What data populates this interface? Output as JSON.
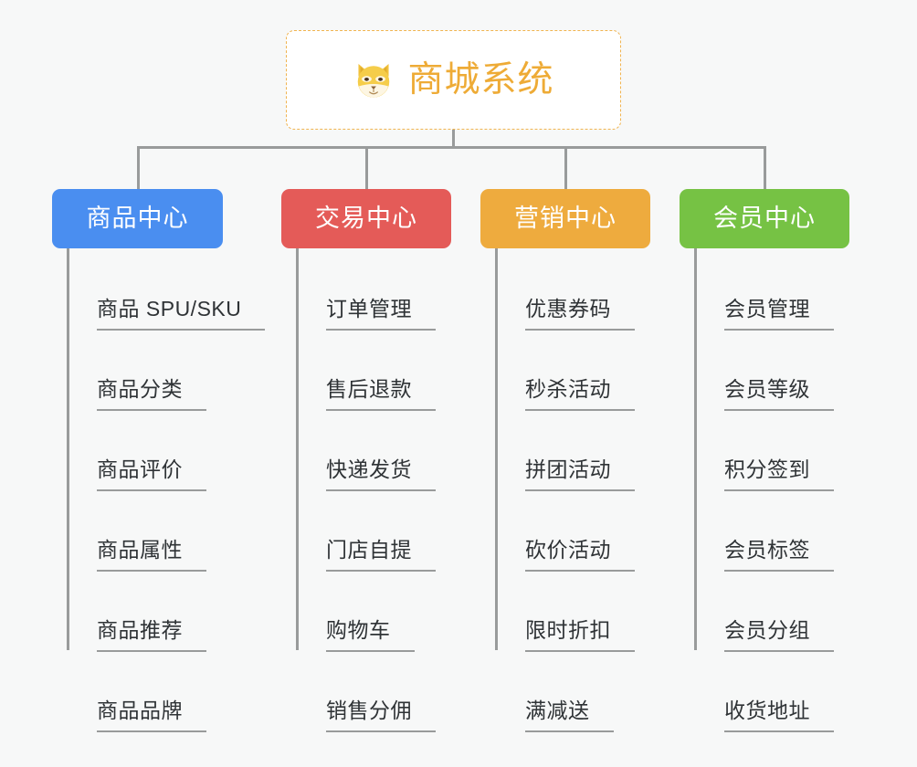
{
  "page": {
    "background_color": "#f7f8f8",
    "line_color": "#999b9b",
    "title": "商城系统"
  },
  "root": {
    "label": "商城系统",
    "icon": "shiba-dog-face-icon",
    "text_color": "#eeab36",
    "border_color": "#f0b450",
    "background_color": "#ffffff"
  },
  "columns": [
    {
      "id": "product-center",
      "label": "商品中心",
      "color": "#4a8ef0",
      "items": [
        {
          "label": "商品 SPU/SKU"
        },
        {
          "label": "商品分类"
        },
        {
          "label": "商品评价"
        },
        {
          "label": "商品属性"
        },
        {
          "label": "商品推荐"
        },
        {
          "label": "商品品牌"
        }
      ]
    },
    {
      "id": "trade-center",
      "label": "交易中心",
      "color": "#e45b58",
      "items": [
        {
          "label": "订单管理"
        },
        {
          "label": "售后退款"
        },
        {
          "label": "快递发货"
        },
        {
          "label": "门店自提"
        },
        {
          "label": "购物车"
        },
        {
          "label": "销售分佣"
        }
      ]
    },
    {
      "id": "marketing-center",
      "label": "营销中心",
      "color": "#eeab3e",
      "items": [
        {
          "label": "优惠券码"
        },
        {
          "label": "秒杀活动"
        },
        {
          "label": "拼团活动"
        },
        {
          "label": "砍价活动"
        },
        {
          "label": "限时折扣"
        },
        {
          "label": "满减送"
        }
      ]
    },
    {
      "id": "member-center",
      "label": "会员中心",
      "color": "#76c244",
      "items": [
        {
          "label": "会员管理"
        },
        {
          "label": "会员等级"
        },
        {
          "label": "积分签到"
        },
        {
          "label": "会员标签"
        },
        {
          "label": "会员分组"
        },
        {
          "label": "收货地址"
        }
      ]
    }
  ]
}
